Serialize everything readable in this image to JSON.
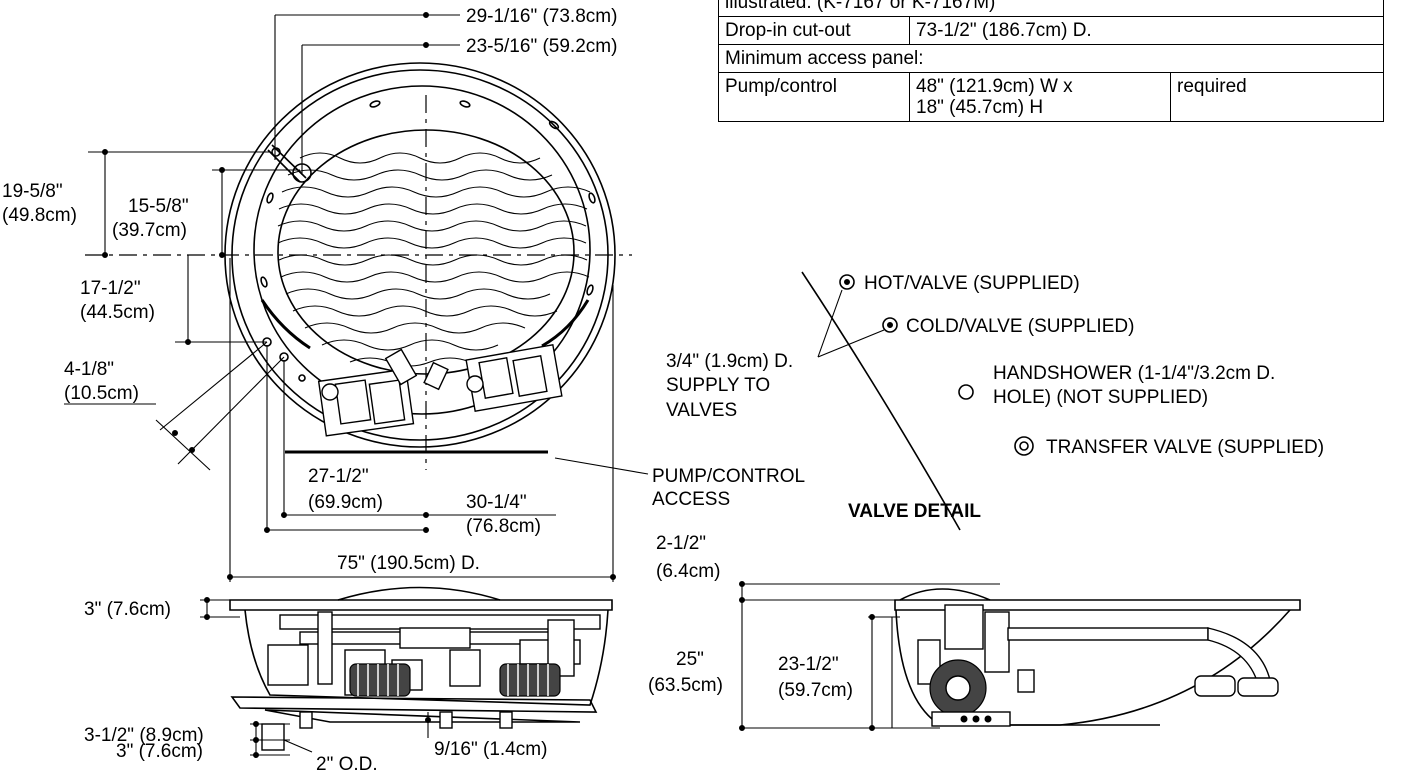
{
  "table": {
    "note_row": "illustrated. (K-7167 or K-7167M)",
    "dropin_label": "Drop-in cut-out",
    "dropin_value": "73-1/2\" (186.7cm) D.",
    "access_heading": "Minimum access panel:",
    "pump_label": "Pump/control",
    "pump_value_line1": "48\" (121.9cm) W x",
    "pump_value_line2": "18\" (45.7cm) H",
    "pump_status": "required"
  },
  "plan_view": {
    "dim_outer_top": "29-1/16\" (73.8cm)",
    "dim_inner_top": "23-5/16\" (59.2cm)",
    "dim_left_outer_1": "19-5/8\"",
    "dim_left_outer_2": "(49.8cm)",
    "dim_left_inner_1": "15-5/8\"",
    "dim_left_inner_2": "(39.7cm)",
    "dim_left_mid_1": "17-1/2\"",
    "dim_left_mid_2": "(44.5cm)",
    "dim_left_low_1": "4-1/8\"",
    "dim_left_low_2": "(10.5cm)",
    "dim_bottom_a_1": "27-1/2\"",
    "dim_bottom_a_2": "(69.9cm)",
    "dim_bottom_b_1": "30-1/4\"",
    "dim_bottom_b_2": "(76.8cm)",
    "dim_diameter": "75\" (190.5cm) D.",
    "access_label_1": "PUMP/CONTROL",
    "access_label_2": "ACCESS"
  },
  "valve_detail": {
    "title": "VALVE DETAIL",
    "hot": "HOT/VALVE (SUPPLIED)",
    "cold": "COLD/VALVE (SUPPLIED)",
    "handshower_1": "HANDSHOWER (1-1/4\"/3.2cm D.",
    "handshower_2": "HOLE) (NOT SUPPLIED)",
    "transfer": "TRANSFER VALVE (SUPPLIED)",
    "supply_1": "3/4\" (1.9cm) D.",
    "supply_2": "SUPPLY TO",
    "supply_3": "VALVES"
  },
  "front_elevation": {
    "dim_rim": "3\" (7.6cm)",
    "dim_drain_a": "3-1/2\" (8.9cm)",
    "dim_drain_b": "3\" (7.6cm)",
    "dim_od": "2\" O.D.",
    "dim_foot": "9/16\" (1.4cm)"
  },
  "side_elevation": {
    "dim_top_1": "2-1/2\"",
    "dim_top_2": "(6.4cm)",
    "dim_height_1": "25\"",
    "dim_height_2": "(63.5cm)",
    "dim_inner_1": "23-1/2\"",
    "dim_inner_2": "(59.7cm)"
  }
}
